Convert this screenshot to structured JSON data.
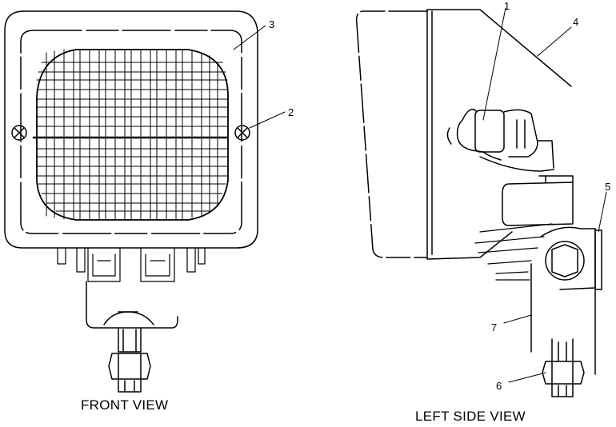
{
  "captions": {
    "front": "FRONT VIEW",
    "side": "LEFT SIDE VIEW"
  },
  "callouts": [
    "1",
    "2",
    "3",
    "4",
    "5",
    "6",
    "7"
  ],
  "colors": {
    "ink": "#000000",
    "paper": "#ffffff"
  }
}
